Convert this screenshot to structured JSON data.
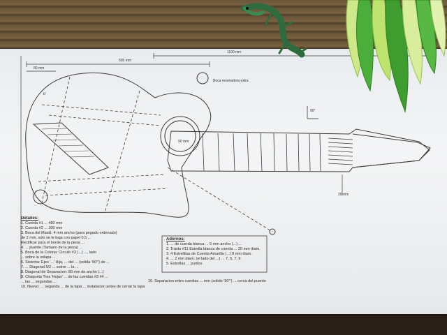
{
  "scene": {
    "colors": {
      "paper": "#eef0f2",
      "ink": "#3a3a3a",
      "wall": "#6b5638",
      "lamp_green": "#4cae3a",
      "lamp_light": "#cfe98a",
      "lizard": "#2f6b3e"
    },
    "objects": [
      "guitar-blueprint-sheet",
      "green-leaf-lamp",
      "lizard-figurine"
    ]
  },
  "blueprint": {
    "dimensions": {
      "total_length": "1100 mm",
      "total_length_alt": "1100 mm",
      "body_length": "505 mm",
      "upper_width": "80 mm",
      "soundhole_offset": "90 mm",
      "nut_width": "20 mm"
    },
    "labels": {
      "sound_port": "Boca resonadora extra",
      "angle": "90°",
      "marker_top": "b'",
      "marker_bottom": "b"
    },
    "details": {
      "title": "Detalles:",
      "lines": [
        "1. Cuerda #1 ... 480 mm",
        "2. Cuerda #2 ... 300 mm",
        "3. Boca del Mastil: 4 mm ancho (para pegado ordenado)",
        "   de 2 mm, solo se le baja con papel 0,5 ...",
        "   Rectificar para el borde de la pieza ...",
        "4. ... puente (Tamano de la pieza) ...",
        "5. Boca de la Colona: Circulo #3 (...) ..., lado",
        "   ... sobre la solapa ...",
        "6. Sistema: Ejes '...' Hija, ... del ... (solida '90°') de ...",
        "7. ... Diagonal 5/2 ... sobre ... la ...",
        "8. Diagonal de Separacion: 80 mm de ancho (...)",
        "9. Chaqueta Tres 'Hojas' ... de las cuerdas #3 #4 ...",
        "   ... las ... segundas ...",
        "10. Nuevo: ... segunda ... de la tapa ... instalacion antes de cerrar la tapa"
      ]
    },
    "adornos": {
      "title": "Adornos:",
      "lines": [
        "1. ... de cuerda blanca ... 5 mm ancho (...) ...",
        "2. Trasto #11 Estrella blanca de cuerda ... 20 mm diam.",
        "3. 4 Estrellitas de Cuerda Amarilla (...) 8 mm diam.",
        "4. ... 2 mm diam. (el lado del ...) ... 7, 5, 7, 9",
        "5. Estrellas ... puntos"
      ]
    },
    "footnote": "10. Separacion entre cuerdas ... mm (solido '90°') ... cerca del puente"
  }
}
